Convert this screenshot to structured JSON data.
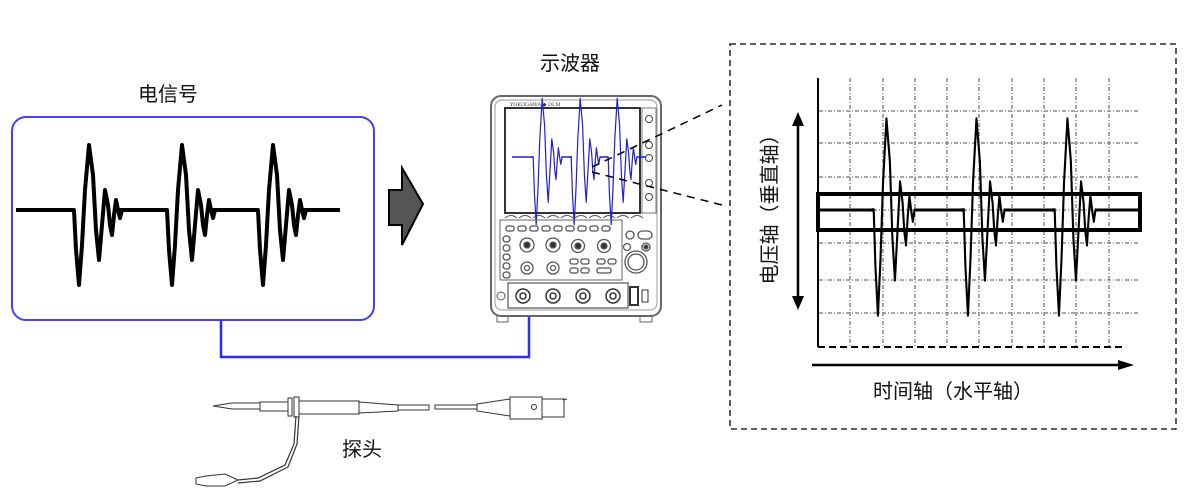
{
  "labels": {
    "electrical_signal": "电信号",
    "oscilloscope": "示波器",
    "probe": "探头",
    "time_axis": "时间轴（水平轴）",
    "voltage_axis": "电压轴（垂直轴）"
  },
  "oscilloscope": {
    "brand_text": "YOKOGAWA",
    "trace_color": "#1f1fd6",
    "channel_count": 4
  },
  "colors": {
    "signal_box_border": "#4040ff",
    "connection_line": "#2a2aff",
    "arrow_fill": "#555555",
    "grid": "#888888",
    "waveform": "#000000"
  },
  "signal": {
    "burst_count": 3
  }
}
